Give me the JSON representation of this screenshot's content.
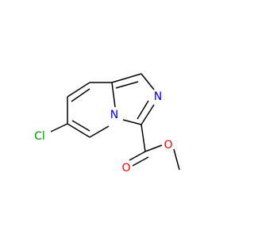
{
  "atoms": {
    "chlorine": "Cl",
    "bridge_nitrogen": "N",
    "imine_nitrogen": "N",
    "carbonyl_oxygen": "O",
    "ester_oxygen": "O"
  },
  "colors": {
    "bond": "#000000",
    "chlorine": "#009900",
    "nitrogen": "#0000ff",
    "oxygen": "#ff0000",
    "background": "#ffffff"
  }
}
